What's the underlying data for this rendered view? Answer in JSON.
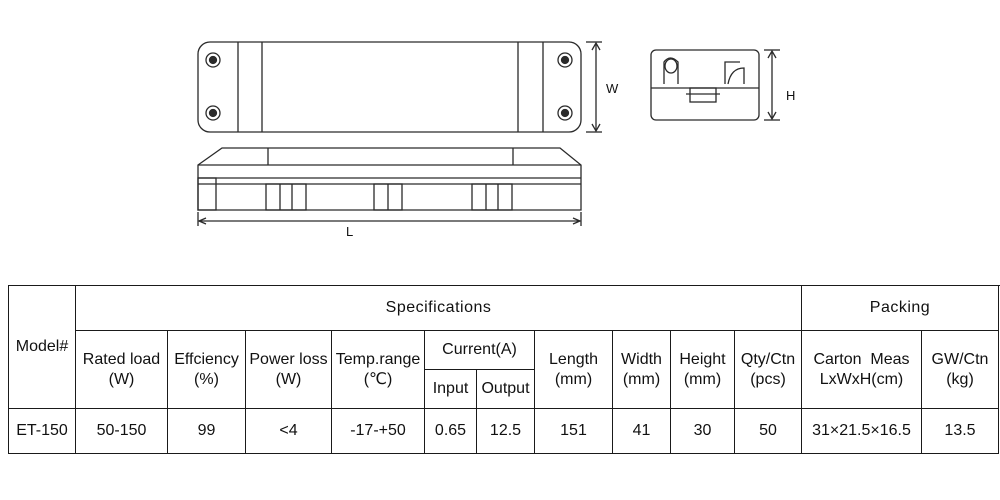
{
  "drawing": {
    "labels": {
      "width": "W",
      "height": "H",
      "length": "L"
    }
  },
  "table": {
    "model_header": "Model#",
    "specifications_header": "Specifications",
    "packing_header": "Packing",
    "current_header": "Current(A)",
    "columns": {
      "rated_load": [
        "Rated load",
        "(W)"
      ],
      "efficiency": [
        "Effciency",
        "(%)"
      ],
      "power_loss": [
        "Power loss",
        "(W)"
      ],
      "temp_range": [
        "Temp.range",
        "(℃)"
      ],
      "input": "Input",
      "output": "Output",
      "length": [
        "Length",
        "(mm)"
      ],
      "width": [
        "Width",
        "(mm)"
      ],
      "height": [
        "Height",
        "(mm)"
      ],
      "qty_ctn": [
        "Qty/Ctn",
        "(pcs)"
      ],
      "carton_meas": [
        "Carton  Meas",
        "LxWxH(cm)"
      ],
      "gw_ctn": [
        "GW/Ctn",
        "(kg)"
      ]
    },
    "rows": [
      {
        "model": "ET-150",
        "rated_load": "50-150",
        "efficiency": "99",
        "power_loss": "<4",
        "temp_range": "-17-+50",
        "input": "0.65",
        "output": "12.5",
        "length": "151",
        "width": "41",
        "height": "30",
        "qty_ctn": "50",
        "carton_meas": "31×21.5×16.5",
        "gw_ctn": "13.5"
      }
    ]
  }
}
